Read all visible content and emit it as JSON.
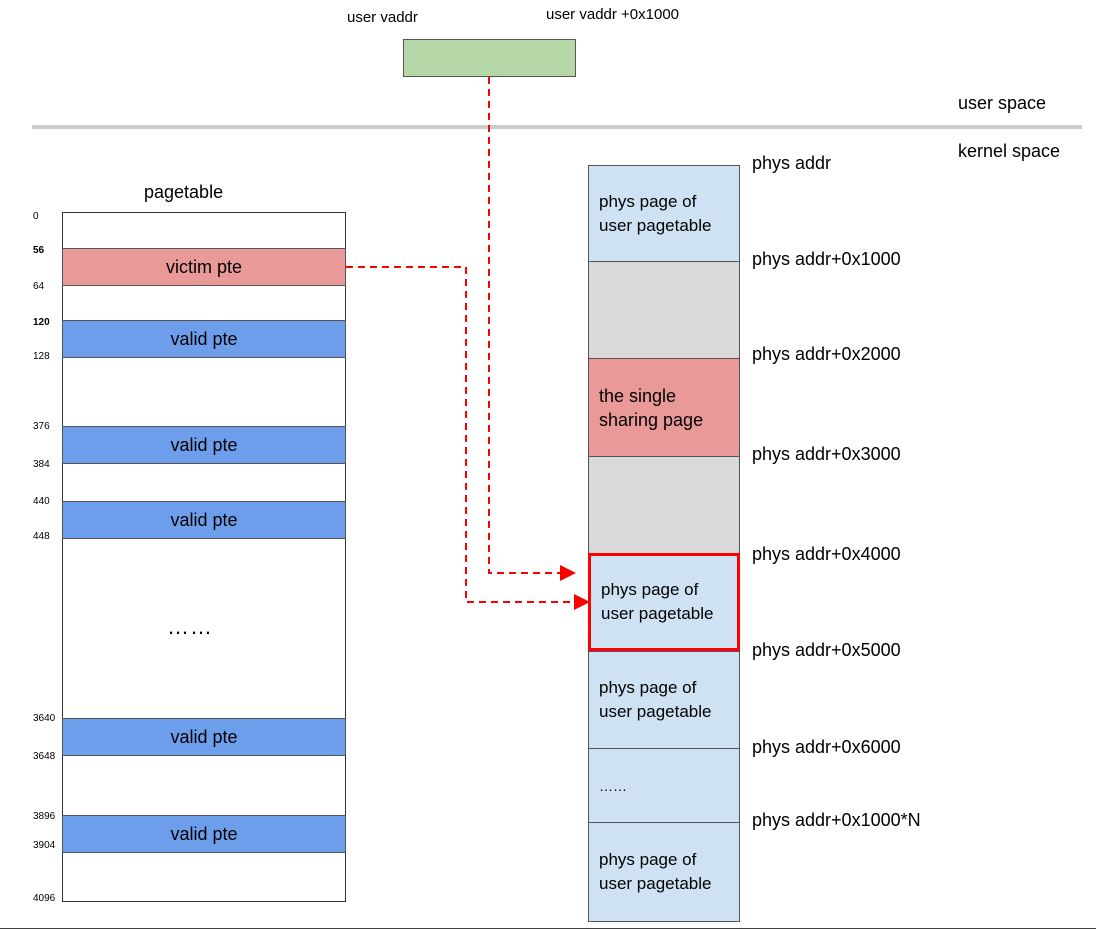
{
  "user": {
    "vaddr_label": "user vaddr",
    "vaddr_end_label": "user vaddr +0x1000",
    "user_space_label": "user space",
    "kernel_space_label": "kernel space"
  },
  "pagetable": {
    "title": "pagetable",
    "ellipsis": "……",
    "offsets": [
      {
        "text": "0",
        "bold": false
      },
      {
        "text": "56",
        "bold": true
      },
      {
        "text": "64",
        "bold": false
      },
      {
        "text": "120",
        "bold": true
      },
      {
        "text": "128",
        "bold": false
      },
      {
        "text": "376",
        "bold": false
      },
      {
        "text": "384",
        "bold": false
      },
      {
        "text": "440",
        "bold": false
      },
      {
        "text": "448",
        "bold": false
      },
      {
        "text": "3640",
        "bold": false
      },
      {
        "text": "3648",
        "bold": false
      },
      {
        "text": "3896",
        "bold": false
      },
      {
        "text": "3904",
        "bold": false
      },
      {
        "text": "4096",
        "bold": false
      }
    ],
    "entries": [
      {
        "label": "victim pte",
        "kind": "victim"
      },
      {
        "label": "valid pte",
        "kind": "valid"
      },
      {
        "label": "valid pte",
        "kind": "valid"
      },
      {
        "label": "valid pte",
        "kind": "valid"
      },
      {
        "label": "valid pte",
        "kind": "valid"
      },
      {
        "label": "valid pte",
        "kind": "valid"
      }
    ]
  },
  "phys": {
    "addresses": [
      "phys addr",
      "phys addr+0x1000",
      "phys addr+0x2000",
      "phys addr+0x3000",
      "phys addr+0x4000",
      "phys addr+0x5000",
      "phys addr+0x6000",
      "phys addr+0x1000*N"
    ],
    "pages": [
      {
        "label": "phys page of user pagetable",
        "kind": "user-pagetable"
      },
      {
        "label": "",
        "kind": "empty"
      },
      {
        "label": "the single sharing page",
        "kind": "sharing"
      },
      {
        "label": "",
        "kind": "empty"
      },
      {
        "label": "phys page of user pagetable",
        "kind": "target"
      },
      {
        "label": "phys page of user pagetable",
        "kind": "user-pagetable"
      },
      {
        "label": "……",
        "kind": "ellipsis"
      },
      {
        "label": "phys page of user pagetable",
        "kind": "user-pagetable"
      }
    ]
  },
  "colors": {
    "user_vaddr_fill": "#b6d7a8",
    "victim_fill": "#ea9999",
    "valid_fill": "#6d9eeb",
    "phys_page_fill": "#cfe2f3",
    "empty_page_fill": "#d9d9d9",
    "sharing_fill": "#ea9999",
    "arrow": "#ff0000",
    "divider": "#cccccc"
  }
}
